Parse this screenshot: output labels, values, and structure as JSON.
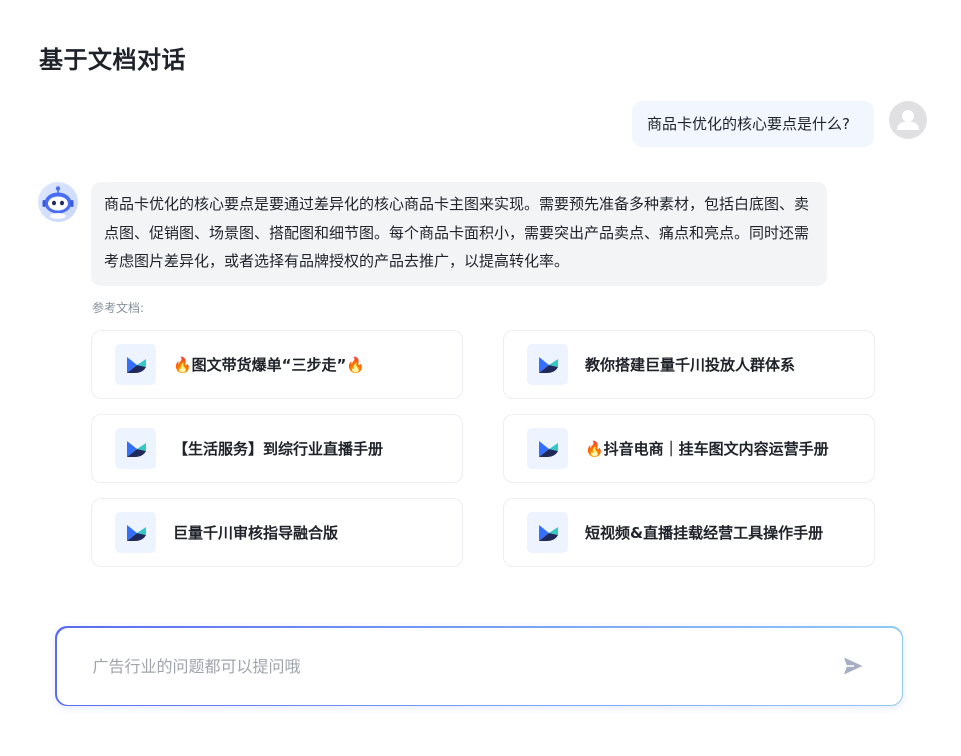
{
  "page": {
    "title": "基于文档对话"
  },
  "conversation": {
    "user_message": "商品卡优化的核心要点是什么?",
    "bot_message": "商品卡优化的核心要点是要通过差异化的核心商品卡主图来实现。需要预先准备多种素材，包括白底图、卖点图、促销图、场景图、搭配图和细节图。每个商品卡面积小，需要突出产品卖点、痛点和亮点。同时还需考虑图片差异化，或者选择有品牌授权的产品去推广，以提高转化率。"
  },
  "references": {
    "label": "参考文档:",
    "docs": [
      {
        "title": "🔥图文带货爆单“三步走”🔥"
      },
      {
        "title": "教你搭建巨量千川投放人群体系"
      },
      {
        "title": "【生活服务】到综行业直播手册"
      },
      {
        "title": "🔥抖音电商｜挂车图文内容运营手册"
      },
      {
        "title": "巨量千川审核指导融合版"
      },
      {
        "title": "短视频&直播挂载经营工具操作手册"
      }
    ]
  },
  "input": {
    "placeholder": "广告行业的问题都可以提问哦",
    "value": ""
  },
  "icons": {
    "user_avatar": "user-silhouette-icon",
    "bot_avatar": "robot-icon",
    "doc_icon": "feishu-doc-icon",
    "send": "send-icon"
  },
  "colors": {
    "user_bubble": "#f2f6ff",
    "bot_bubble": "#f2f4f6",
    "input_gradient_start": "#5b6cf0",
    "input_gradient_end": "#8ec9f6",
    "send_icon": "#a9afc3"
  }
}
